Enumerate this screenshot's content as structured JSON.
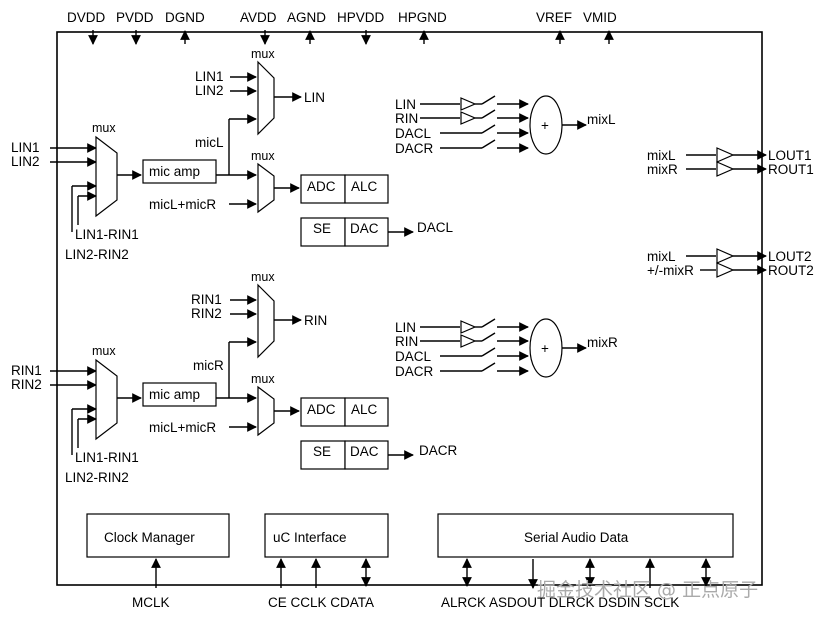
{
  "top_pins": {
    "dvdd": "DVDD",
    "pvdd": "PVDD",
    "dgnd": "DGND",
    "avdd": "AVDD",
    "agnd": "AGND",
    "hpvdd": "HPVDD",
    "hpgnd": "HPGND",
    "vref": "VREF",
    "vmid": "VMID"
  },
  "left_channel": {
    "in1": "LIN1",
    "in2": "LIN2",
    "mux": "mux",
    "mic_amp": "mic amp",
    "diff1": "LIN1-RIN1",
    "diff2": "LIN2-RIN2",
    "bypass_mux": "mux",
    "bypass_in1": "LIN1",
    "bypass_in2": "LIN2",
    "bypass_out": "LIN",
    "mic_label": "micL",
    "adc_mux": "mux",
    "adc_mux_in": "micL+micR",
    "adc": "ADC",
    "alc": "ALC",
    "se": "SE",
    "dac": "DAC",
    "dac_out": "DACL"
  },
  "right_channel": {
    "in1": "RIN1",
    "in2": "RIN2",
    "mux": "mux",
    "mic_amp": "mic amp",
    "diff1": "LIN1-RIN1",
    "diff2": "LIN2-RIN2",
    "bypass_mux": "mux",
    "bypass_in1": "RIN1",
    "bypass_in2": "RIN2",
    "bypass_out": "RIN",
    "mic_label": "micR",
    "adc_mux": "mux",
    "adc_mux_in": "micL+micR",
    "adc": "ADC",
    "alc": "ALC",
    "se": "SE",
    "dac": "DAC",
    "dac_out": "DACR"
  },
  "mixer_left": {
    "inputs": [
      "LIN",
      "RIN",
      "DACL",
      "DACR"
    ],
    "plus": "+",
    "out": "mixL"
  },
  "mixer_right": {
    "inputs": [
      "LIN",
      "RIN",
      "DACL",
      "DACR"
    ],
    "plus": "+",
    "out": "mixR"
  },
  "output1": {
    "in_a": "mixL",
    "in_b": "mixR",
    "out_a": "LOUT1",
    "out_b": "ROUT1"
  },
  "output2": {
    "in_a": "mixL",
    "in_b": "+/-mixR",
    "out_a": "LOUT2",
    "out_b": "ROUT2"
  },
  "bottom_blocks": {
    "clock": "Clock Manager",
    "uc": "uC Interface",
    "serial": "Serial Audio Data"
  },
  "bottom_pins": {
    "mclk": "MCLK",
    "ctrl": "CE CCLK CDATA",
    "serial": "ALRCK ASDOUT DLRCK DSDIN SCLK"
  },
  "watermark": "掘金技术社区 @ 正点原子",
  "colors": {
    "line": "#000000",
    "background": "#ffffff",
    "watermark": "#aaaaaa"
  }
}
